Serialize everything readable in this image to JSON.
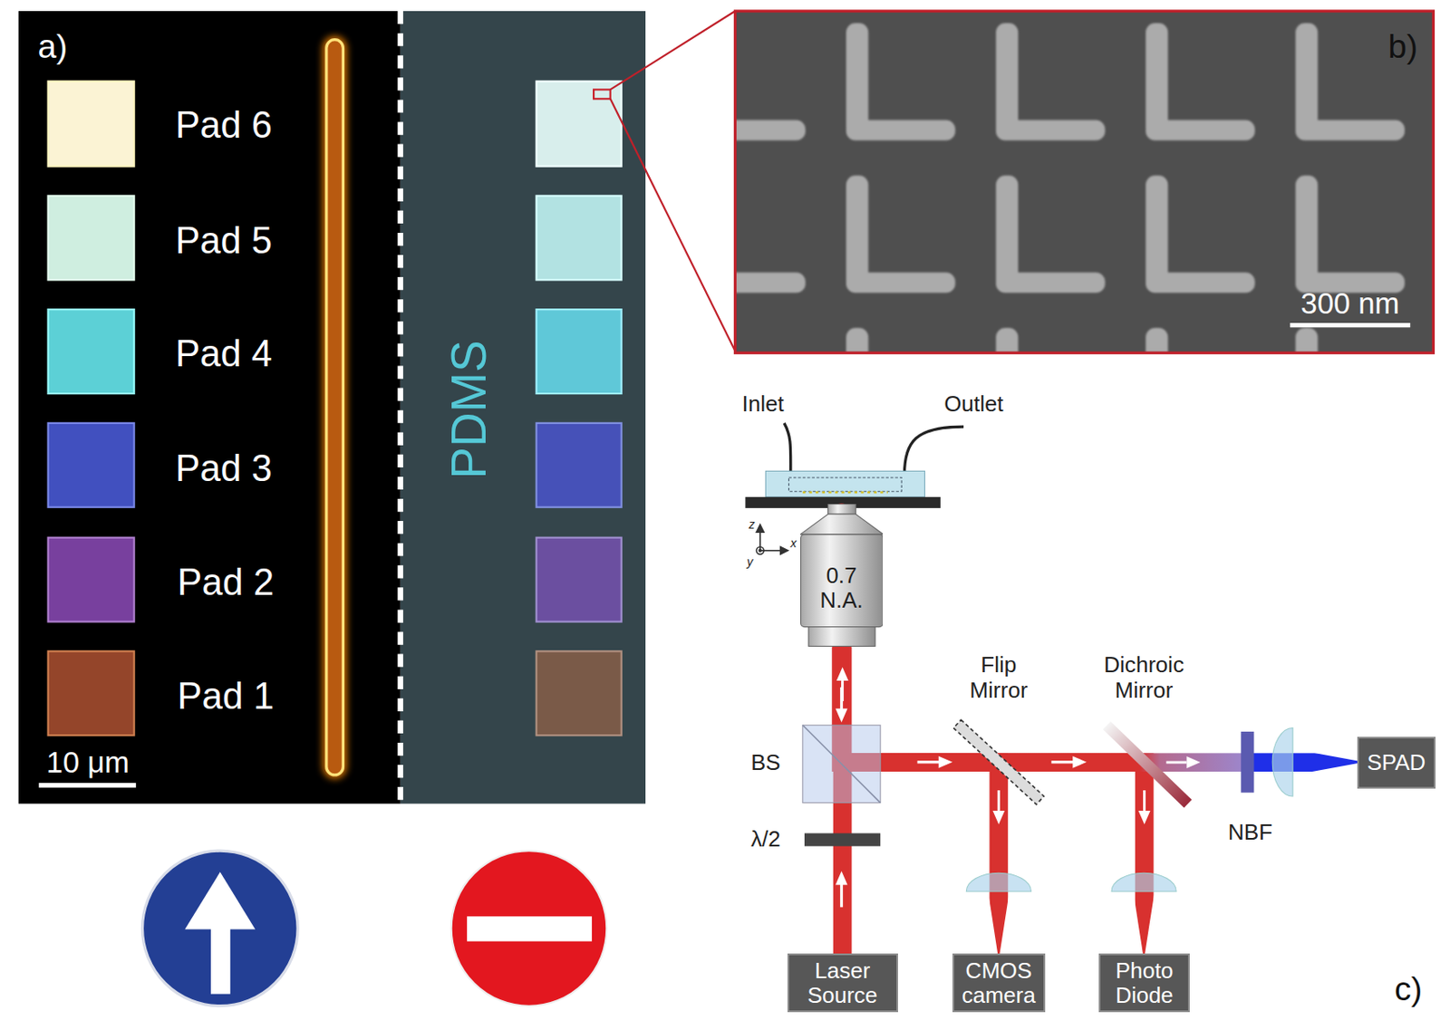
{
  "diagram": {
    "nodes": [
      {
        "text": [
          "0.7 N.A."
        ]
      },
      {
        "text": [
          "Laser Source"
        ]
      },
      {
        "text": [
          "CMOS camera"
        ]
      },
      {
        "text": [
          "Photo Diode"
        ]
      },
      {
        "text": [
          "SPAD"
        ]
      }
    ],
    "edges": [
      {
        "from": 1,
        "to": 0,
        "arrow": "to"
      },
      {
        "from": 0,
        "to": 2,
        "arrow": "to"
      },
      {
        "from": 0,
        "to": 3,
        "arrow": "to"
      },
      {
        "from": 0,
        "to": 4,
        "arrow": "to"
      }
    ],
    "labels": [
      "a)",
      "Pad 6",
      "Pad 5",
      "Pad 4",
      "Pad 3",
      "Pad 2",
      "Pad 1",
      "10 μm",
      "PDMS",
      "b)",
      "300 nm",
      "Inlet",
      "Outlet",
      "z",
      "x",
      "y",
      "BS",
      "λ/2",
      "Flip Mirror",
      "Dichroic Mirror",
      "NBF",
      "c)"
    ]
  }
}
